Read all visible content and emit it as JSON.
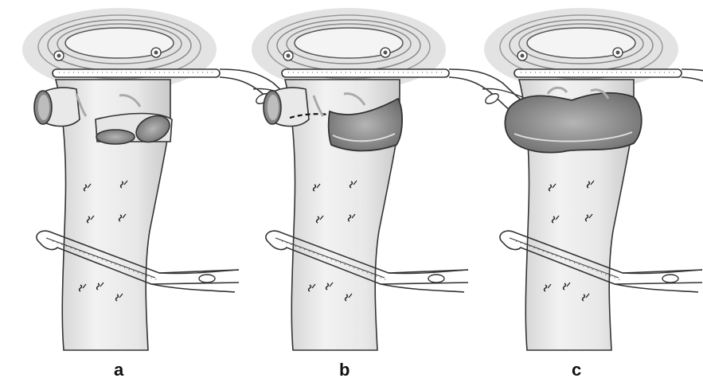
{
  "panels": [
    {
      "label": "a",
      "vessel_top": "three-branch"
    },
    {
      "label": "b",
      "vessel_top": "partial-cut"
    },
    {
      "label": "c",
      "vessel_top": "single-oval"
    }
  ],
  "colors": {
    "outline": "#2a2a2a",
    "vessel_fill": "#ececec",
    "vessel_shade": "#cfcfcf",
    "lumen": "#8d8d8d",
    "halo": "#d9d9d9",
    "clamp_fill": "#ffffff"
  }
}
